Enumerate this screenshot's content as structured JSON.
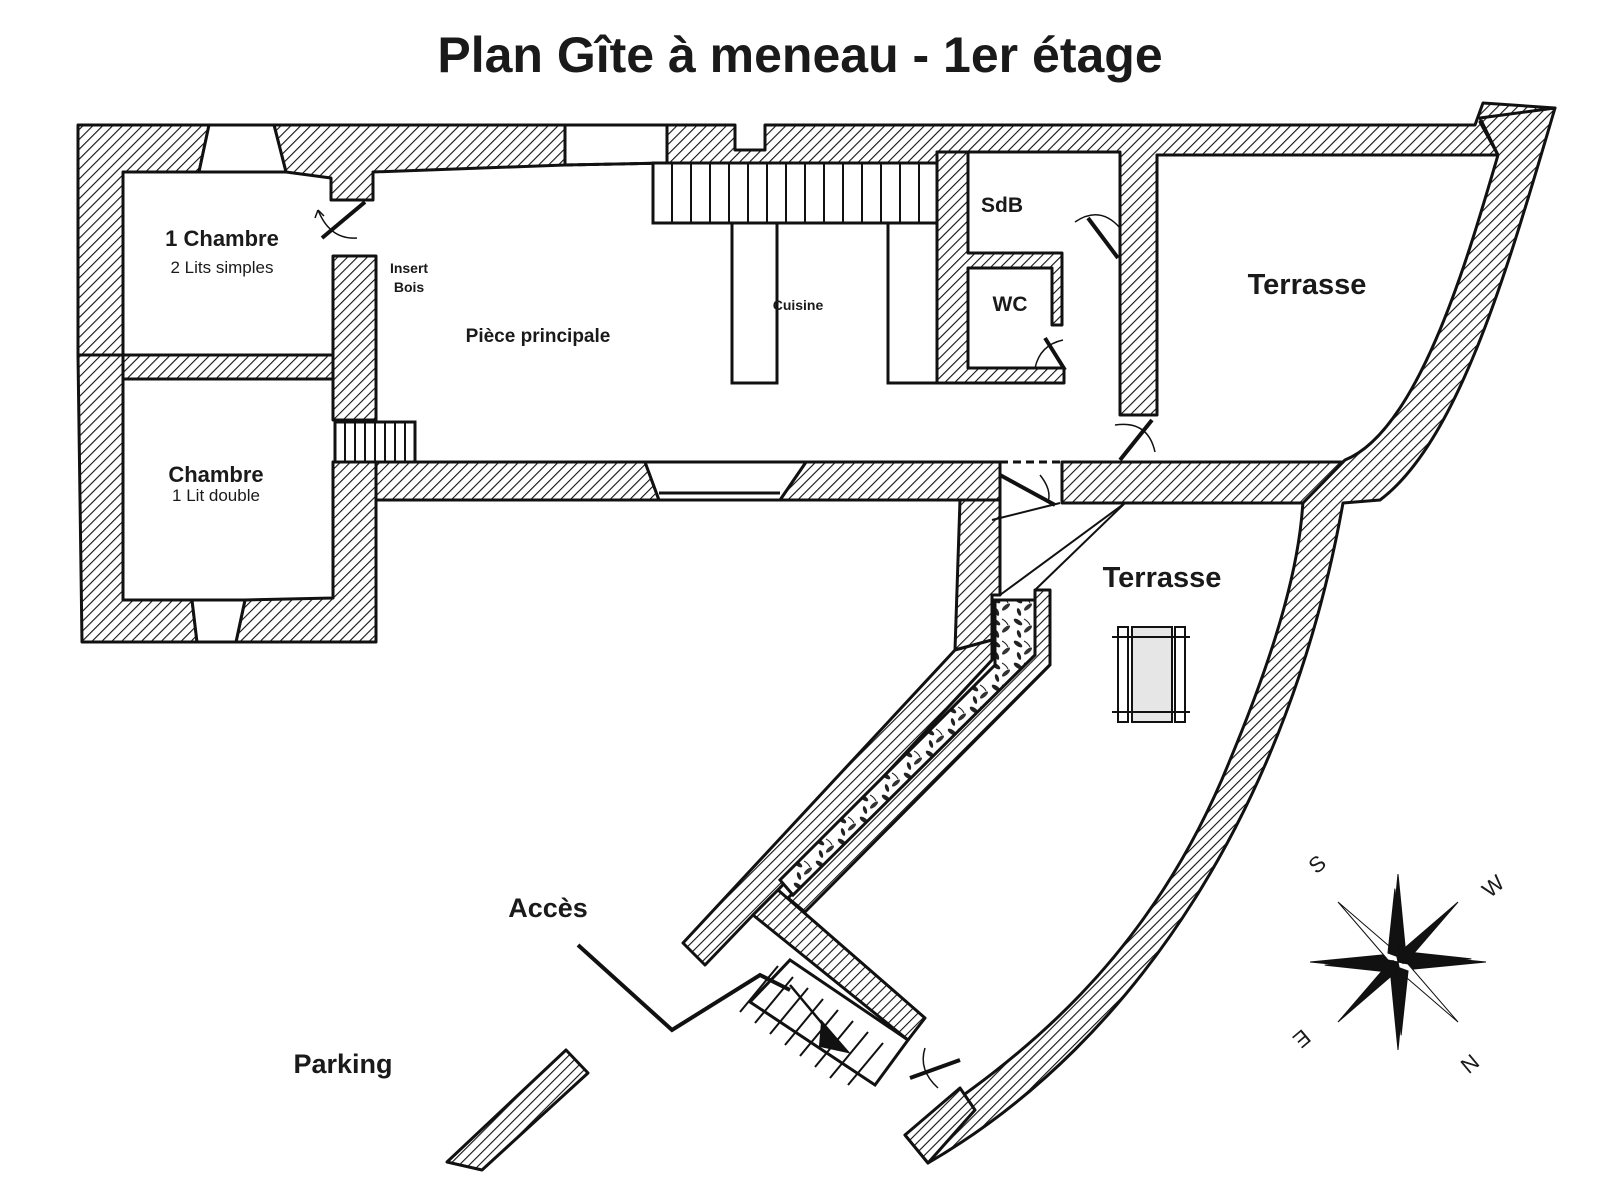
{
  "title": "Plan Gîte à meneau - 1er étage",
  "rooms": {
    "chambre_1": {
      "name": "1 Chambre",
      "detail": "2 Lits simples"
    },
    "chambre_2": {
      "name": "Chambre",
      "detail": "1 Lit double"
    },
    "insert": {
      "line1": "Insert",
      "line2": "Bois"
    },
    "piece_principale": "Pièce principale",
    "cuisine": "Cuisine",
    "sdb": "SdB",
    "wc": "WC",
    "terrasse_haut": "Terrasse",
    "terrasse_bas": "Terrasse"
  },
  "access": {
    "acces": "Accès",
    "parking": "Parking"
  },
  "compass": {
    "s": "S",
    "w": "W",
    "e": "E",
    "n": "N"
  },
  "colors": {
    "ink": "#111111",
    "table_fill": "#e6e6e6"
  }
}
